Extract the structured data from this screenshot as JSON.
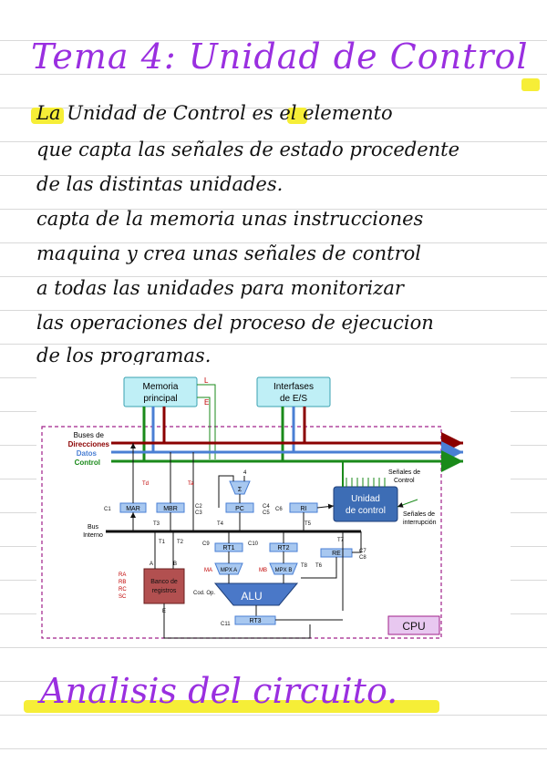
{
  "title": "Tema 4: Unidad de Control",
  "paragraph": [
    "La Unidad de Control es el elemento",
    "que capta las señales de estado procedente",
    "de las distintas unidades.",
    "capta de la memoria unas instrucciones",
    "maquina y crea unas señales de control",
    "a todas las unidades para monitorizar",
    "las operaciones del proceso de ejecucion",
    "de los programas."
  ],
  "diagram": {
    "memoria": "Memoria principal",
    "memoria_l1": "Memoria",
    "memoria_l2": "principal",
    "interfaces_l1": "Interfases",
    "interfaces_l2": "de E/S",
    "L": "L",
    "E": "E",
    "buses_de": "Buses de",
    "direcciones": "Direcciones",
    "datos": "Datos",
    "control": "Control",
    "senales_control_l1": "Señales de",
    "senales_control_l2": "Control",
    "unidad_l1": "Unidad",
    "unidad_l2": "de control",
    "interrupcion_l1": "Señales de",
    "interrupcion_l2": "interrupción",
    "bus_interno_l1": "Bus",
    "bus_interno_l2": "Interno",
    "mar": "MAR",
    "mbr": "MBR",
    "pc": "PC",
    "ri": "RI",
    "rt1": "RT1",
    "rt2": "RT2",
    "rt3": "RT3",
    "re": "RE",
    "mpxa": "MPX A",
    "mpxb": "MPX B",
    "alu": "ALU",
    "banco_l1": "Banco de",
    "banco_l2": "registros",
    "cpu": "CPU",
    "sigma": "Σ",
    "four": "4",
    "td": "Td",
    "ta": "Ta",
    "c1": "C1",
    "c2": "C2",
    "c3": "C3",
    "c4": "C4",
    "c5": "C5",
    "c6": "C6",
    "c7": "C7",
    "c8": "C8",
    "c9": "C9",
    "c10": "C10",
    "c11": "C11",
    "t1": "T1",
    "t2": "T2",
    "t3": "T3",
    "t4": "T4",
    "t5": "T5",
    "t6": "T6",
    "t7": "T7",
    "t8": "T8",
    "ra": "RA",
    "rb": "RB",
    "rc": "RC",
    "sc": "SC",
    "a": "A",
    "b": "B",
    "ma": "MA",
    "mb": "MB",
    "cod_op": "Cod. Op.",
    "e2": "E"
  },
  "bottom_title": "Analisis del circuito."
}
